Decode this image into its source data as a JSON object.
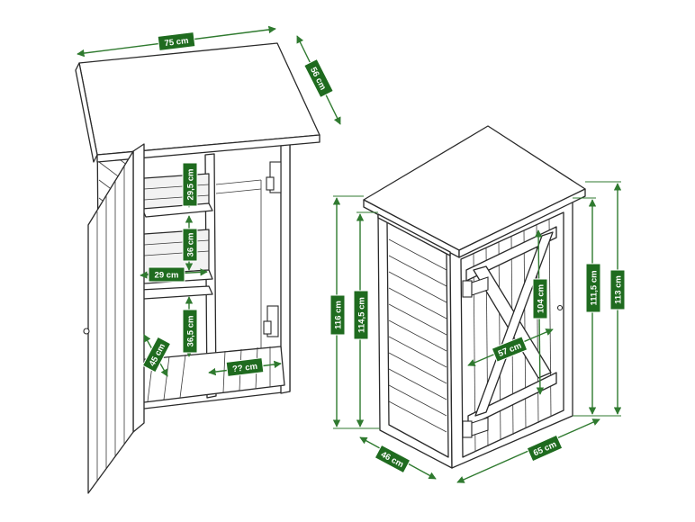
{
  "labels": {
    "width_top": "75 cm",
    "depth_top": "56 cm",
    "shelf_gap_top": "29,5 cm",
    "shelf_gap_mid": "36 cm",
    "shelf_width": "29 cm",
    "shelf_gap_bottom": "36,5 cm",
    "floor_depth": "45 cm",
    "floor_width": "?? cm",
    "height_total_left": "116 cm",
    "height_side": "114,5 cm",
    "door_height": "104 cm",
    "height_front": "111,5 cm",
    "height_total_right": "113 cm",
    "door_width": "57 cm",
    "base_depth": "46 cm",
    "base_width": "65 cm"
  },
  "colors": {
    "dimension_green": "#1f6b1f",
    "outline": "#2a2a2a"
  }
}
